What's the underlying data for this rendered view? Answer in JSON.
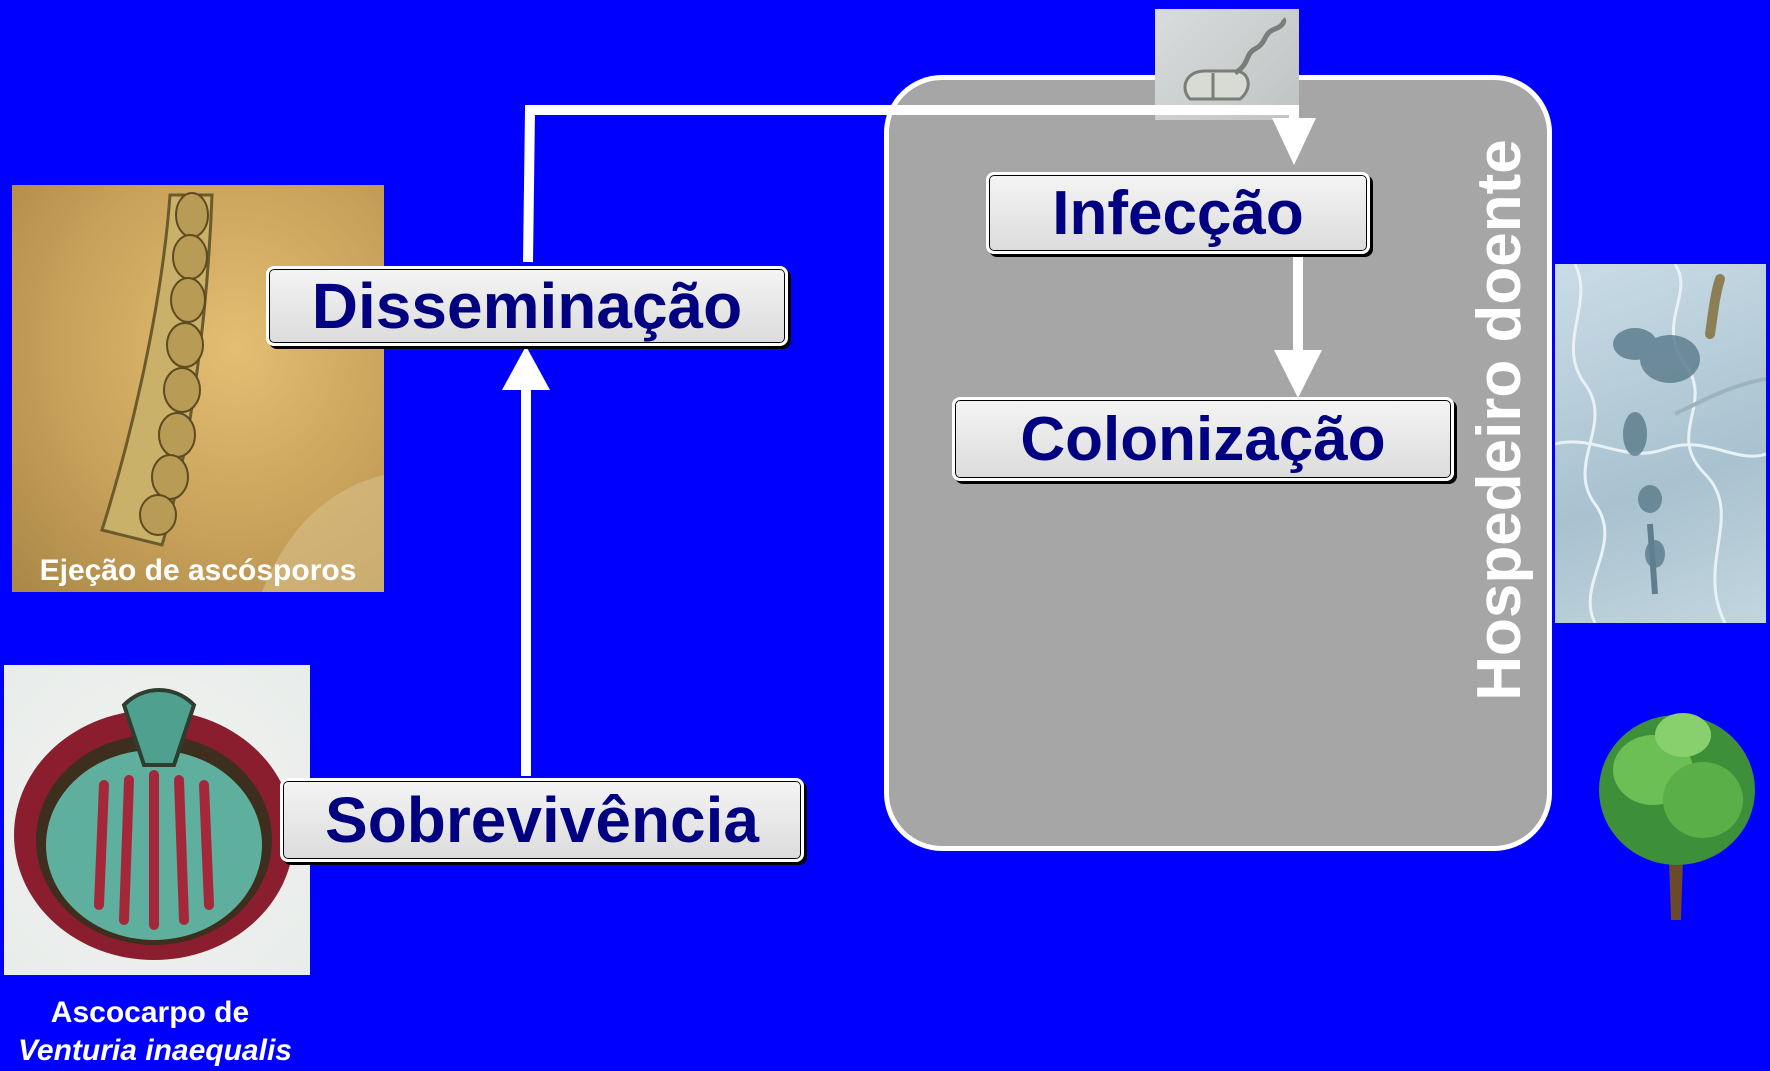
{
  "diagram": {
    "stages": {
      "disseminacao": "Disseminação",
      "sobrevivencia": "Sobrevivência",
      "infeccao": "Infecção",
      "colonizacao": "Colonização"
    },
    "host_panel_label": "Hospedeiro doente",
    "photo_caption_ascospores": "Ejeção de ascósporos",
    "ascocarp_caption": {
      "line1": "Ascocarpo de",
      "line2": "Venturia inaequalis"
    }
  },
  "colors": {
    "background": "#0000FF",
    "host_panel": "#A6A6A6",
    "stage_text": "#000080",
    "arrows": "#FFFFFF"
  },
  "images": [
    {
      "name": "ascus-photo",
      "depicts": "micrograph of ascus with ascospores"
    },
    {
      "name": "ascocarp-photo",
      "depicts": "stained cross-section of ascocarp"
    },
    {
      "name": "germinating-spore-photo",
      "depicts": "micrograph of germinating conidium"
    },
    {
      "name": "hyphae-on-leaf-photo",
      "depicts": "micrograph of hyphae colonizing leaf cells"
    },
    {
      "name": "tree-icon",
      "depicts": "tree"
    }
  ]
}
